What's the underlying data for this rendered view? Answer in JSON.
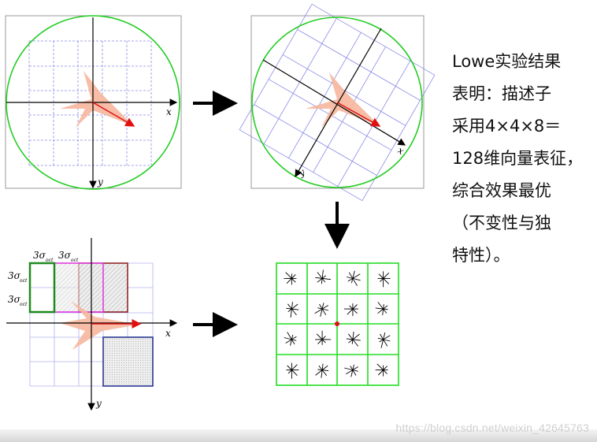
{
  "panels": {
    "top_left": {
      "axis_x": "x",
      "axis_y": "y"
    },
    "top_right": {
      "axis_x": "x",
      "axis_y": "y"
    },
    "bottom_left": {
      "axis_x": "x",
      "axis_y": "y",
      "sigma_label": "3σ",
      "sigma_subscript": "oct"
    }
  },
  "description": {
    "lines": [
      "Lowe实验结果",
      "表明：描述子",
      "采用4×4×8＝",
      "128维向量表征，",
      "综合效果最优",
      "（不变性与独",
      "特性）。"
    ]
  },
  "watermark": "https://blog.csdn.net/weixin_42645763",
  "colors": {
    "circle": "#22cc22",
    "grid": "#8a8ae6",
    "arrow_red": "#e01010",
    "shape_fill": "#f6b69c",
    "histogram_grid": "#22dd22",
    "box_green": "#1f8a1f",
    "box_magenta": "#e030e0",
    "box_darkred": "#8b1a1a",
    "box_navy": "#1a2a8a"
  }
}
